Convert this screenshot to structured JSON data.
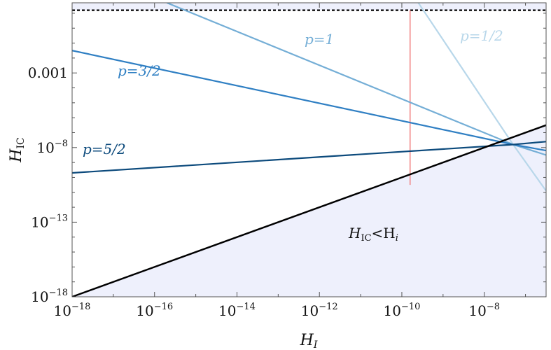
{
  "chart_data": {
    "type": "line",
    "xlabel": "H_I",
    "ylabel": "H_IC",
    "x_scale": "log",
    "y_scale": "log",
    "xlim_log10": [
      -18,
      -6.5
    ],
    "ylim_log10": [
      -18,
      1.7
    ],
    "x_ticks": [
      {
        "exp": -18,
        "label": "10",
        "sup": "−18"
      },
      {
        "exp": -16,
        "label": "10",
        "sup": "−16"
      },
      {
        "exp": -14,
        "label": "10",
        "sup": "−14"
      },
      {
        "exp": -12,
        "label": "10",
        "sup": "−12"
      },
      {
        "exp": -10,
        "label": "10",
        "sup": "−10"
      },
      {
        "exp": -8,
        "label": "10",
        "sup": "−8"
      }
    ],
    "y_ticks": [
      {
        "exp": -3,
        "label": "0.001",
        "sup": ""
      },
      {
        "exp": -8,
        "label": "10",
        "sup": "−8"
      },
      {
        "exp": -13,
        "label": "10",
        "sup": "−13"
      },
      {
        "exp": -18,
        "label": "10",
        "sup": "−18"
      }
    ],
    "series": [
      {
        "label": "p=1",
        "color": "#74aed6",
        "log_points": [
          [
            -15.7,
            1.7
          ],
          [
            -7.3,
            -7.8
          ],
          [
            -6.5,
            -8.5
          ]
        ]
      },
      {
        "label": "p=1/2",
        "color": "#b8d7ea",
        "log_points": [
          [
            -9.6,
            1.7
          ],
          [
            -7.3,
            -7.8
          ],
          [
            -6.5,
            -10.9
          ]
        ]
      },
      {
        "label": "p=3/2",
        "color": "#2f7fc3",
        "log_points": [
          [
            -18,
            -1.5
          ],
          [
            -7.3,
            -7.8
          ],
          [
            -6.5,
            -8.2
          ]
        ]
      },
      {
        "label": "p=5/2",
        "color": "#0c4a7c",
        "log_points": [
          [
            -18,
            -9.7
          ],
          [
            -7.3,
            -7.8
          ],
          [
            -6.5,
            -7.6
          ]
        ]
      },
      {
        "label": "",
        "color": "#000000",
        "log_points": [
          [
            -18,
            -18
          ],
          [
            -6.5,
            -6.5
          ]
        ]
      }
    ],
    "hline_dashed": {
      "y_log10": 1.2,
      "color": "#000000"
    },
    "vline": {
      "x_log10": -9.8,
      "y_from_log10": -10.5,
      "y_to_log10": 1.2,
      "color": "#f08080"
    },
    "shaded_regions": [
      {
        "name": "top-band",
        "color": "#eef0fc"
      },
      {
        "name": "H_IC < H_i",
        "color": "#eef0fc"
      }
    ],
    "region_label": {
      "main": "H",
      "sub": "IC",
      "rest": "<H",
      "sub2": "i"
    }
  }
}
